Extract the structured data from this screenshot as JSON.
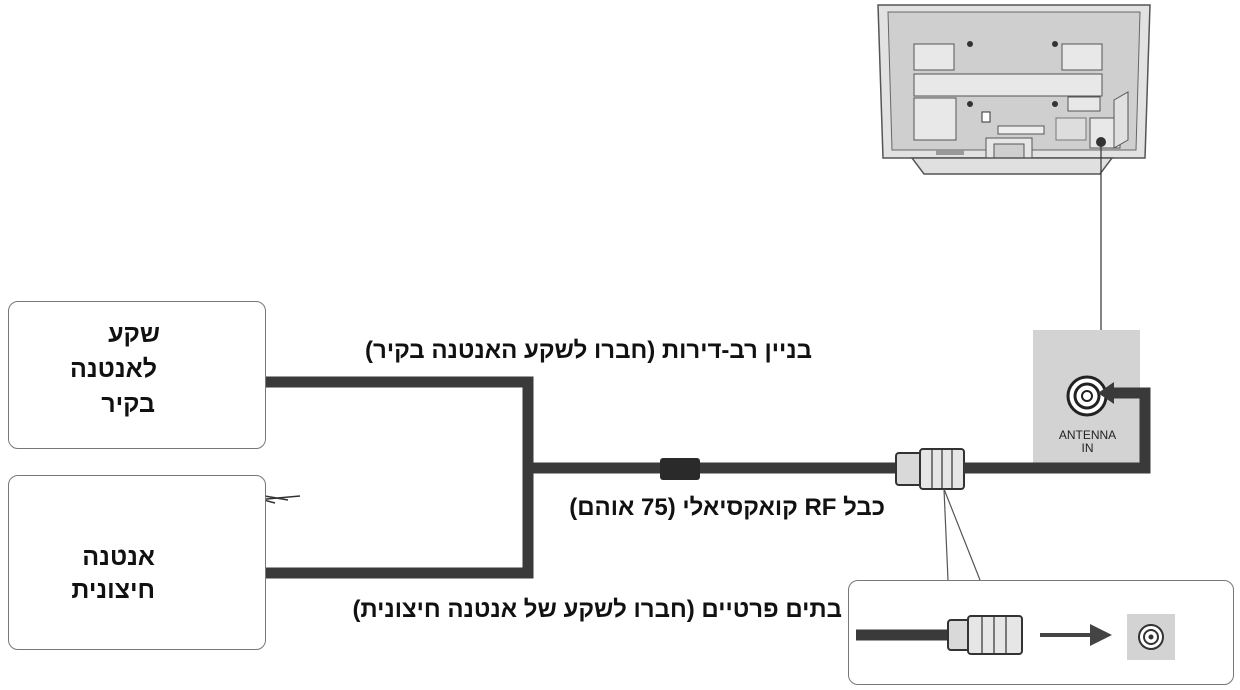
{
  "labels": {
    "wall_jack": [
      "שקע",
      "לאנטנה",
      "בקיר"
    ],
    "outdoor_antenna": [
      "אנטנה",
      "חיצונית"
    ],
    "building_caption": "בניין רב-דירות (חברו לשקע האנטנה בקיר)",
    "cable_caption": "כבל RF קואקסיאלי (75 אוהם)",
    "homes_caption": "בתים פרטיים (חברו לשקע של אנטנה חיצונית)",
    "antenna_in": [
      "ANTENNA",
      "IN"
    ]
  },
  "colors": {
    "cable": "#3a3a3a",
    "tv_body": "#d8d8d8",
    "panel": "#d0d0d0",
    "box_border": "#777777"
  }
}
